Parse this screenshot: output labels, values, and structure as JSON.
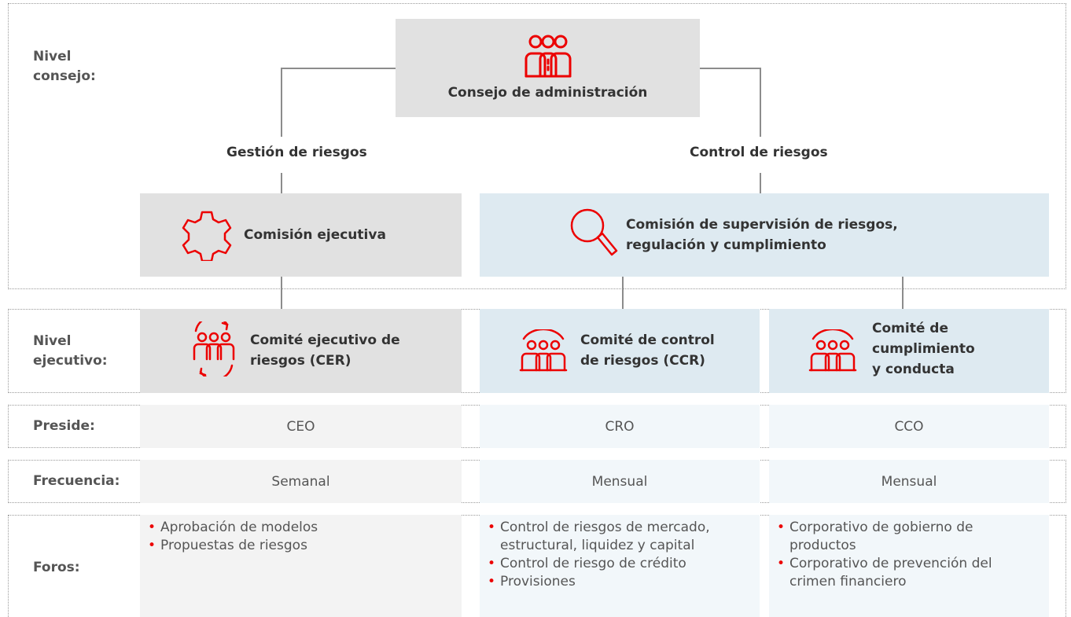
{
  "levels": {
    "board": "Nivel consejo:",
    "executive": "Nivel ejecutivo:"
  },
  "board": {
    "title": "Consejo de administración",
    "icon": "people-group-icon"
  },
  "branches": {
    "management": "Gestión de riesgos",
    "control": "Control de riesgos"
  },
  "commissions": {
    "executive": {
      "title": "Comisión ejecutiva",
      "icon": "gear-icon"
    },
    "supervision": {
      "title": "Comisión de supervisión de riesgos, regulación y cumplimiento",
      "icon": "magnifier-icon"
    }
  },
  "committees": [
    {
      "title": "Comité ejecutivo de riesgos (CER)",
      "icon": "people-cycle-icon",
      "preside": "CEO",
      "frequency": "Semanal",
      "forums": [
        "Aprobación de modelos",
        "Propuestas de riesgos"
      ]
    },
    {
      "title": "Comité de control de riesgos (CCR)",
      "icon": "people-group-icon",
      "preside": "CRO",
      "frequency": "Mensual",
      "forums": [
        "Control de riesgos de mercado, estructural, liquidez y capital",
        "Control de riesgo de crédito",
        "Provisiones"
      ]
    },
    {
      "title": "Comité de cumplimiento y conducta",
      "icon": "people-group-icon",
      "preside": "CCO",
      "frequency": "Mensual",
      "forums": [
        "Corporativo de gobierno de productos",
        "Corporativo de prevención del crimen financiero"
      ]
    }
  ],
  "rows": {
    "preside": "Preside:",
    "frequency": "Frecuencia:",
    "forums": "Foros:"
  },
  "colors": {
    "accent": "#ec0000",
    "gray_box": "#e1e1e1",
    "blue_box": "#deeaf1"
  }
}
